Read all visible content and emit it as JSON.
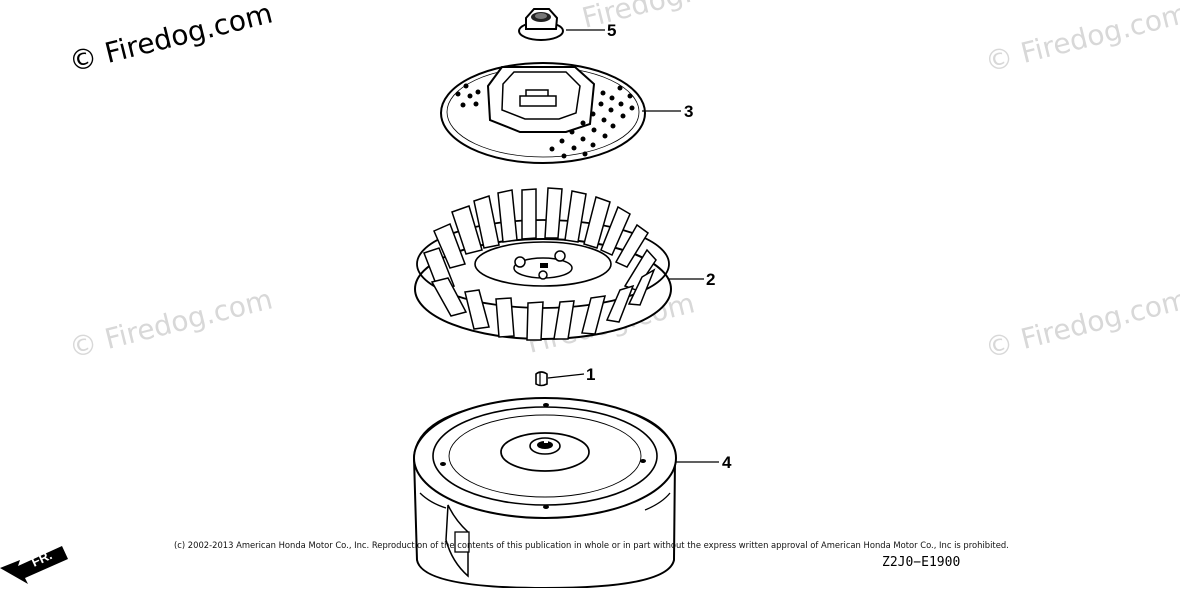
{
  "watermark": {
    "text": "© Firedog.com",
    "text_center": "Firedog.com"
  },
  "callouts": {
    "part_1": "1",
    "part_2": "2",
    "part_3": "3",
    "part_4": "4",
    "part_5": "5"
  },
  "footer": {
    "copyright": "(c) 2002-2013 American Honda Motor Co., Inc. Reproduction of the contents of this publication in whole or in part without the express written approval of American Honda Motor Co., Inc is prohibited.",
    "diagram_code": "Z2J0−E1900"
  },
  "direction_marker": {
    "label": "FR."
  }
}
